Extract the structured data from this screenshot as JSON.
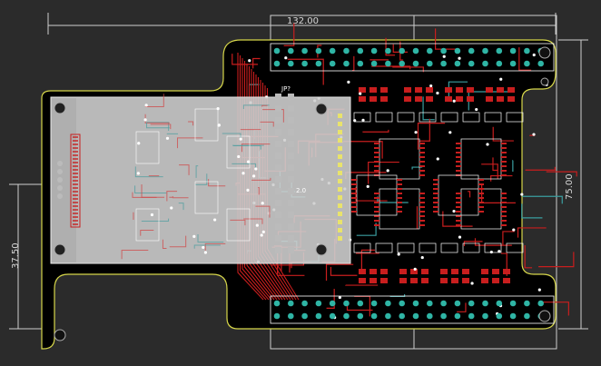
{
  "dimensions": {
    "width_top": "132.00",
    "height_right": "75.00",
    "height_left": "37.50"
  },
  "silkscreen": {
    "connector_label": "JP?",
    "mid_label": "2.0"
  },
  "colors": {
    "background": "#2b2b2b",
    "board_fill": "#000000",
    "board_outline": "#d6d64a",
    "copper_top": "#c81e1e",
    "copper_bottom": "#3a9ea0",
    "pad": "#2fb5a5",
    "via": "#c9b37a",
    "silk": "#ffffff",
    "dimension_line": "#cfcfcf",
    "overlay": "#cfcfcf"
  }
}
